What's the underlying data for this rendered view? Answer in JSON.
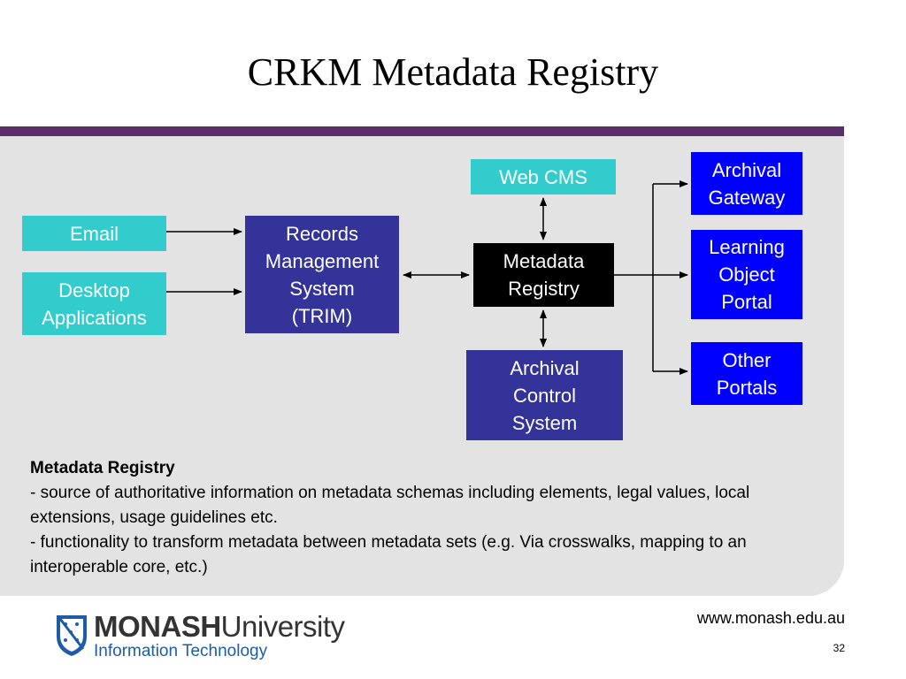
{
  "slide": {
    "title": "CRKM Metadata Registry",
    "page_number": "32",
    "url": "www.monash.edu.au"
  },
  "diagram": {
    "email": "Email",
    "desktop": [
      "Desktop",
      "Applications"
    ],
    "records": [
      "Records",
      "Management",
      "System",
      "(TRIM)"
    ],
    "web_cms": "Web CMS",
    "metadata_registry": [
      "Metadata",
      "Registry"
    ],
    "archival_control": [
      "Archival",
      "Control",
      "System"
    ],
    "archival_gateway": [
      "Archival",
      "Gateway"
    ],
    "learning_object": [
      "Learning",
      "Object",
      "Portal"
    ],
    "other_portals": [
      "Other",
      "Portals"
    ],
    "colors": {
      "cyan": "#33cccc",
      "navy": "#333399",
      "blue": "#0000ff",
      "black": "#000000",
      "purple_bar": "#5b2d6b",
      "panel": "#e3e3e3"
    }
  },
  "description": {
    "heading": "Metadata Registry",
    "line1": "- source of authoritative information on metadata schemas including elements, legal values, local extensions, usage guidelines etc.",
    "line2": "- functionality to transform metadata between metadata sets (e.g.  Via crosswalks, mapping to an interoperable core, etc.)"
  },
  "logo": {
    "brand_bold": "MONASH",
    "brand_light": "University",
    "subtitle": "Information Technology",
    "icon": "crest-icon"
  }
}
